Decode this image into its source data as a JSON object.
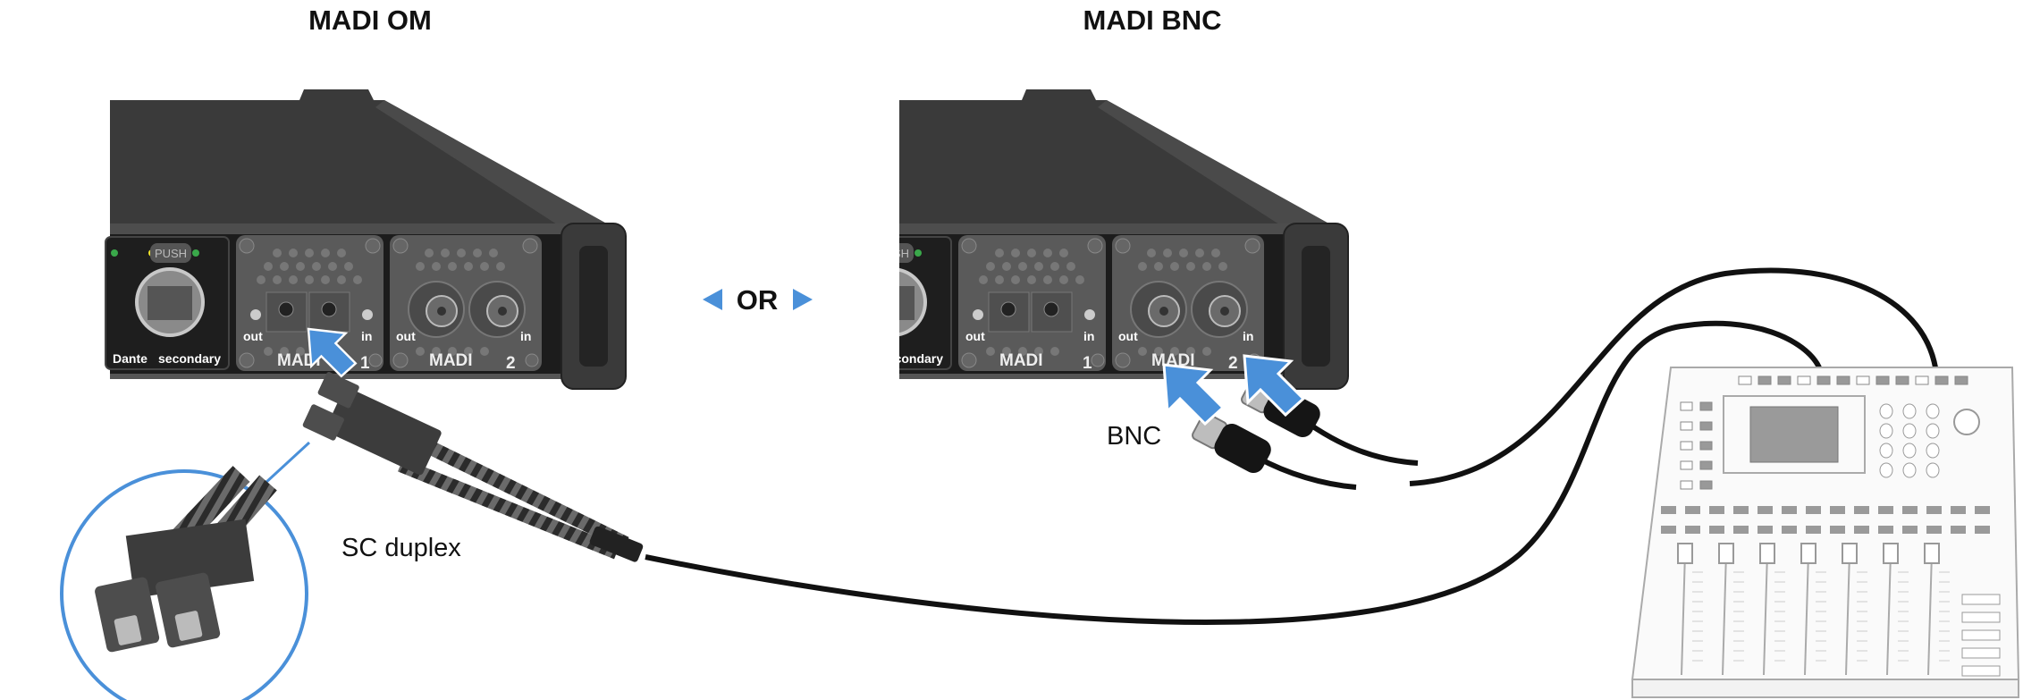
{
  "titles": {
    "left": "MADI OM",
    "right": "MADI BNC"
  },
  "or_label": "OR",
  "device": {
    "push_label": "PUSH",
    "dante_label": "Dante",
    "secondary_label": "secondary",
    "module1": {
      "out": "out",
      "in": "in",
      "name": "MADI",
      "number": "1"
    },
    "module2": {
      "out": "out",
      "in": "in",
      "name": "MADI",
      "number": "2"
    }
  },
  "labels": {
    "sc_duplex": "SC duplex",
    "bnc": "BNC"
  },
  "colors": {
    "accent_blue": "#4a90d9",
    "chassis": "#3a3a3a",
    "panel": "#1c1c1c",
    "module": "#5a5a5a"
  }
}
